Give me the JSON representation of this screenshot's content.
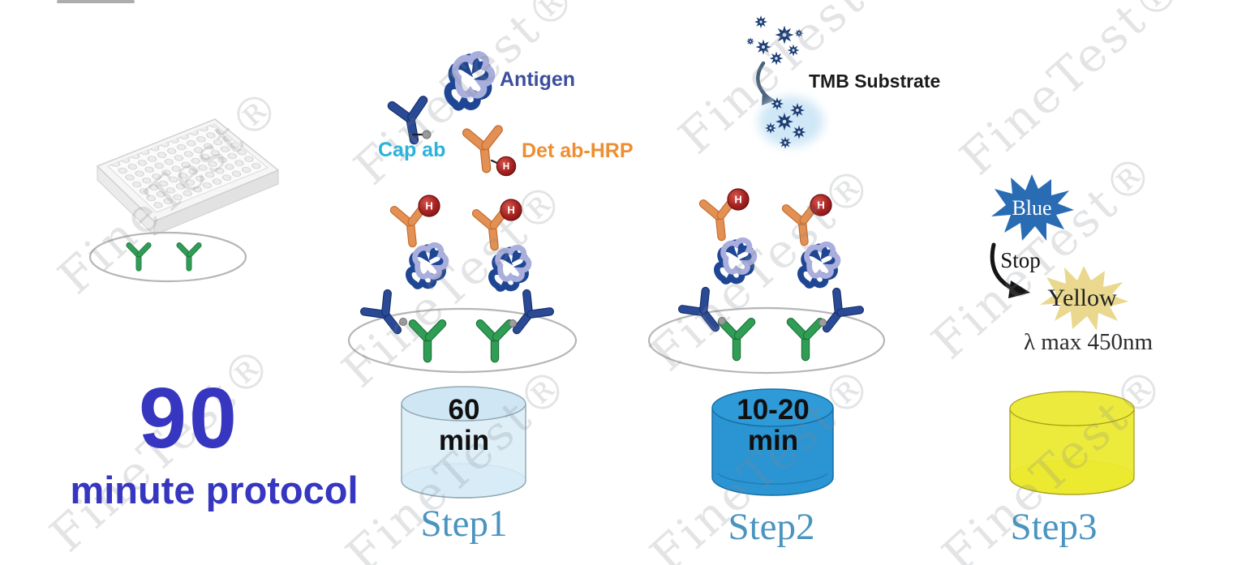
{
  "watermark": {
    "text": "FineTest®"
  },
  "intro": {
    "big_number": "90",
    "subtitle": "minute protocol"
  },
  "legend": {
    "antigen_label": "Antigen",
    "cap_ab_label": "Cap ab",
    "det_ab_label": "Det ab-HRP",
    "hrp_letter": "H"
  },
  "tmb": {
    "label": "TMB Substrate"
  },
  "result": {
    "blue_label": "Blue",
    "stop_label": "Stop",
    "yellow_label": "Yellow",
    "wavelength": "λ max  450nm"
  },
  "steps": [
    {
      "name": "Step1",
      "duration_line1": "60",
      "duration_line2": "min"
    },
    {
      "name": "Step2",
      "duration_line1": "10-20",
      "duration_line2": "min"
    },
    {
      "name": "Step3"
    }
  ],
  "colors": {
    "coating_antibody_green": "#2f9e54",
    "capture_antibody_blue": "#2a4a96",
    "detection_antibody_orange": "#e39055",
    "hrp_red": "#a82423",
    "antigen_dark_blue": "#1f4694",
    "antigen_light_purple": "#a9aedd",
    "cap_ab_label_cyan": "#2cb3da",
    "det_ab_label_orange": "#ee8e33",
    "antigen_label_indigo": "#3c4f9e",
    "protocol_text_blue": "#3636c0",
    "step_label_blue": "#4a94bf",
    "step1_cylinder_pale_blue": "#d9ecf6",
    "step2_cylinder_blue": "#2b94d2",
    "step3_cylinder_yellow": "#ebe930",
    "tmb_star_navy": "#1c3e75",
    "blue_burst": "#2a6cb4",
    "yellow_burst": "#e9d88d"
  }
}
